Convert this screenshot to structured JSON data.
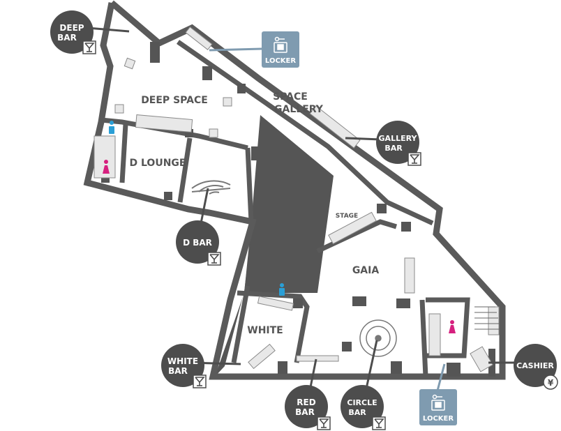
{
  "rooms": {
    "deep_space": "DEEP SPACE",
    "space_gallery_1": "SPACE",
    "space_gallery_2": "GALLERY",
    "d_lounge": "D LOUNGE",
    "stage": "STAGE",
    "gaia": "GAIA",
    "white": "WHITE"
  },
  "bubbles": {
    "deep_bar": [
      "DEEP",
      "BAR"
    ],
    "gallery_bar": [
      "GALLERY",
      "BAR"
    ],
    "d_bar": [
      "D BAR"
    ],
    "white_bar": [
      "WHITE",
      "BAR"
    ],
    "red_bar": [
      "RED",
      "BAR"
    ],
    "circle_bar": [
      "CIRCLE",
      "BAR"
    ],
    "cashier": [
      "CASHIER"
    ]
  },
  "lockers": {
    "top": "LOCKER",
    "bottom": "LOCKER"
  },
  "icons": {
    "bar": "cocktail-glass-icon",
    "cashier": "yen-icon",
    "locker": "key-locker-icon",
    "restroom_male": "male-restroom-icon",
    "restroom_female": "female-restroom-icon"
  },
  "colors": {
    "wall": "#5a5a5a",
    "bubble": "#4d4d4d",
    "locker": "#7f9bb0",
    "male": "#2a9fd6",
    "female": "#d6207f"
  }
}
